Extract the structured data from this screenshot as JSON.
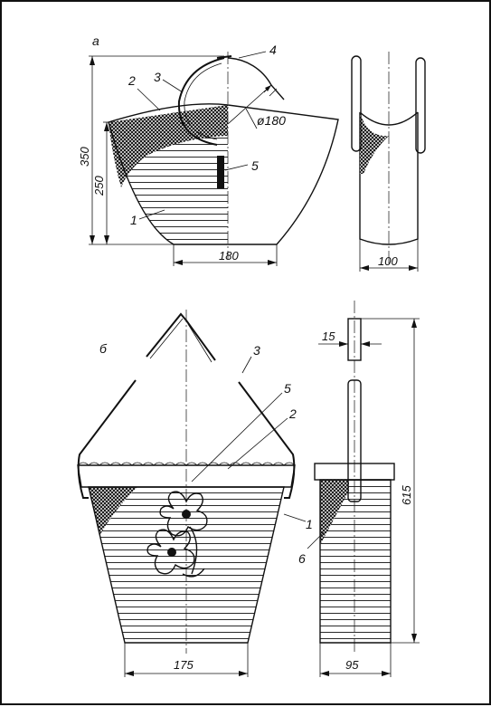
{
  "figure_a": {
    "panel_label": "а",
    "callouts": {
      "c1": "1",
      "c2": "2",
      "c3": "3",
      "c4": "4",
      "c5": "5"
    },
    "dims": {
      "height_total": "350",
      "height_body": "250",
      "bottom_width": "180",
      "handle_diameter": "ø180",
      "side_width": "100"
    }
  },
  "figure_b": {
    "panel_label": "б",
    "callouts": {
      "c1": "1",
      "c2": "2",
      "c3": "3",
      "c5": "5",
      "c6": "6"
    },
    "dims": {
      "rod_width": "15",
      "total_height": "615",
      "bottom_width": "175",
      "side_width": "95"
    }
  },
  "colors": {
    "ink": "#111111",
    "paper": "#ffffff"
  }
}
